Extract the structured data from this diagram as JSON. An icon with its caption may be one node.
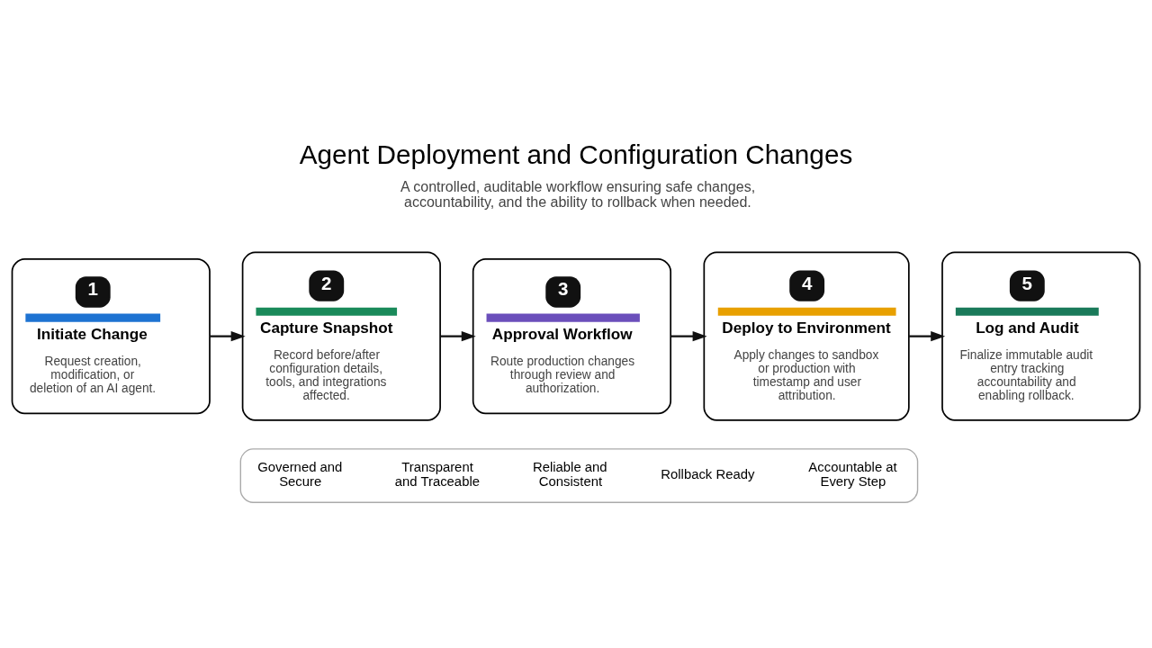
{
  "diagram": {
    "title": "Agent Deployment and Configuration Changes",
    "nodes": [
      {
        "text": [
          "1",
          "Initiate Change",
          "Request creation, modification, or deletion of an AI agent."
        ]
      },
      {
        "text": [
          "2",
          "Capture Snapshot",
          "Record before/after configuration details, tools, and integrations affected."
        ]
      },
      {
        "text": [
          "3",
          "Approval Workflow",
          "Route production changes through review and authorization."
        ]
      },
      {
        "text": [
          "4",
          "Deploy to Environment",
          "Apply changes to sandbox or production with timestamp and user attribution."
        ]
      },
      {
        "text": [
          "5",
          "Log and Audit",
          "Finalize immutable audit entry tracking accountability and enabling rollback."
        ]
      },
      {
        "text": [],
        "shape": "box"
      },
      {
        "text": [
          "Governed and Secure"
        ],
        "in": 5
      },
      {
        "text": [
          "Transparent and Traceable"
        ],
        "in": 5
      },
      {
        "text": [
          "Reliable and Consistent"
        ],
        "in": 5
      },
      {
        "text": [
          "Rollback Ready"
        ],
        "in": 5
      },
      {
        "text": [
          "Accountable at Every Step"
        ],
        "in": 5
      }
    ],
    "edges": [
      {
        "from": 0,
        "to": 1,
        "arrow": "to"
      },
      {
        "from": 1,
        "to": 2,
        "arrow": "to"
      },
      {
        "from": 2,
        "to": 3,
        "arrow": "to"
      },
      {
        "from": 3,
        "to": 4,
        "arrow": "to"
      }
    ],
    "labels": [
      "A controlled, auditable workflow ensuring safe changes, accountability, and the ability to rollback when needed."
    ]
  }
}
